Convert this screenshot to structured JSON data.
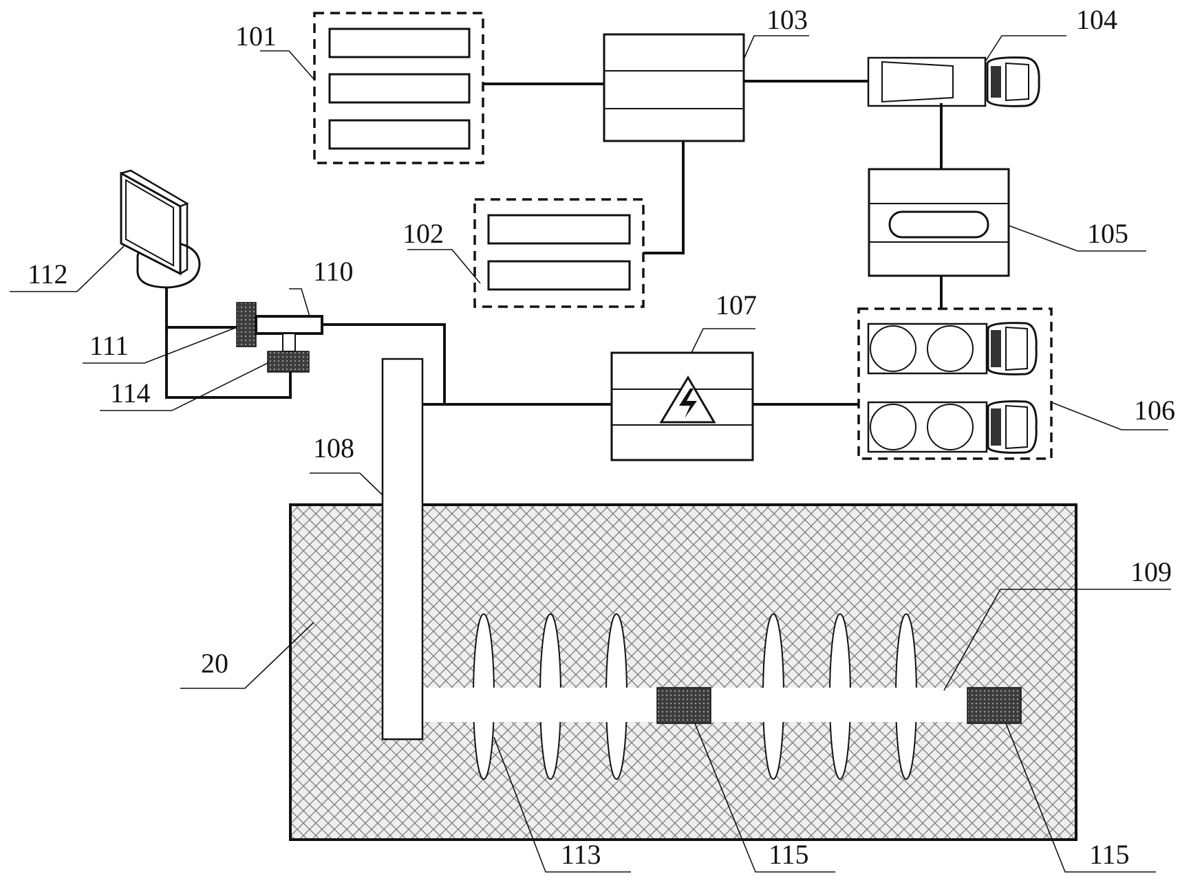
{
  "labels": {
    "l101": "101",
    "l102": "102",
    "l103": "103",
    "l104": "104",
    "l105": "105",
    "l106": "106",
    "l107": "107",
    "l108": "108",
    "l109": "109",
    "l110": "110",
    "l111": "111",
    "l112": "112",
    "l113": "113",
    "l114": "114",
    "l115a": "115",
    "l115b": "115",
    "l20": "20"
  },
  "colors": {
    "line": "#111111",
    "hatch": "#7a7a7a",
    "plug": "#555555",
    "background": "#ffffff"
  }
}
